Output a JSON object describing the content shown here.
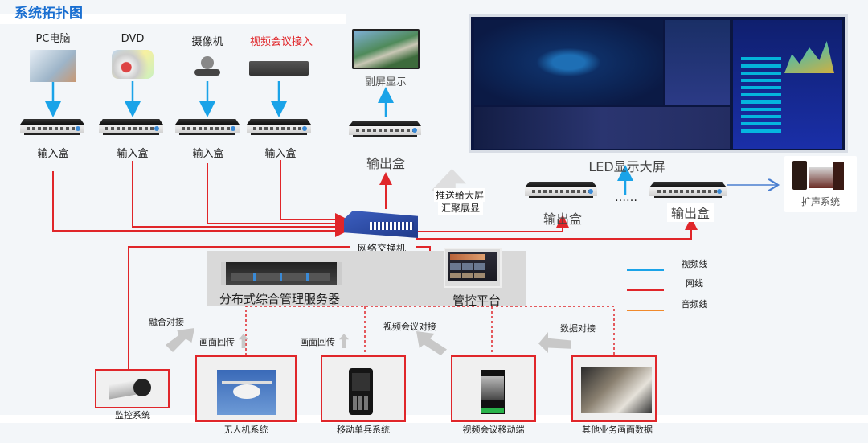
{
  "title": "系统拓扑图",
  "sources": [
    {
      "label": "PC电脑",
      "icon": "pc-icon"
    },
    {
      "label": "DVD",
      "icon": "dvd-icon"
    },
    {
      "label": "摄像机",
      "icon": "camera-icon"
    },
    {
      "label": "视频会议接入",
      "icon": "video-conference-box-icon",
      "color": "#e0262a"
    }
  ],
  "input_boxes": [
    "输入盒",
    "输入盒",
    "输入盒",
    "输入盒"
  ],
  "secondary_display": {
    "label": "副屏显示"
  },
  "output_box_main": "输出盒",
  "led_screen": {
    "label": "LED显示大屏"
  },
  "output_boxes_right": [
    "输出盒",
    "输出盒"
  ],
  "ellipsis": "……",
  "speaker": {
    "label": "扩声系统"
  },
  "push_note": {
    "line1": "推送给大屏",
    "line2": "汇聚展显"
  },
  "switch": {
    "label": "网络交换机"
  },
  "server": {
    "label": "分布式综合管理服务器"
  },
  "control_platform": {
    "label": "管控平台"
  },
  "legend": [
    {
      "label": "视频线",
      "color": "#1aa3e8"
    },
    {
      "label": "网线",
      "color": "#e0262a"
    },
    {
      "label": "音频线",
      "color": "#f08a2c"
    }
  ],
  "arrow_labels": {
    "fusion": "融合对接",
    "return1": "画面回传",
    "return2": "画面回传",
    "vc": "视频会议对接",
    "data": "数据对接"
  },
  "subsystems": [
    {
      "label": "监控系统",
      "icon": "surveillance-camera-icon"
    },
    {
      "label": "无人机系统",
      "icon": "drone-icon"
    },
    {
      "label": "移动单兵系统",
      "icon": "body-camera-icon"
    },
    {
      "label": "视频会议移动端",
      "icon": "mobile-phone-icon"
    },
    {
      "label": "其他业务画面数据",
      "icon": "office-photo-icon"
    }
  ],
  "colors": {
    "title": "#1a6fd1",
    "network": "#e0262a",
    "video": "#1aa3e8",
    "audio": "#f08a2c",
    "arrow_gray": "#c8c8c8"
  }
}
